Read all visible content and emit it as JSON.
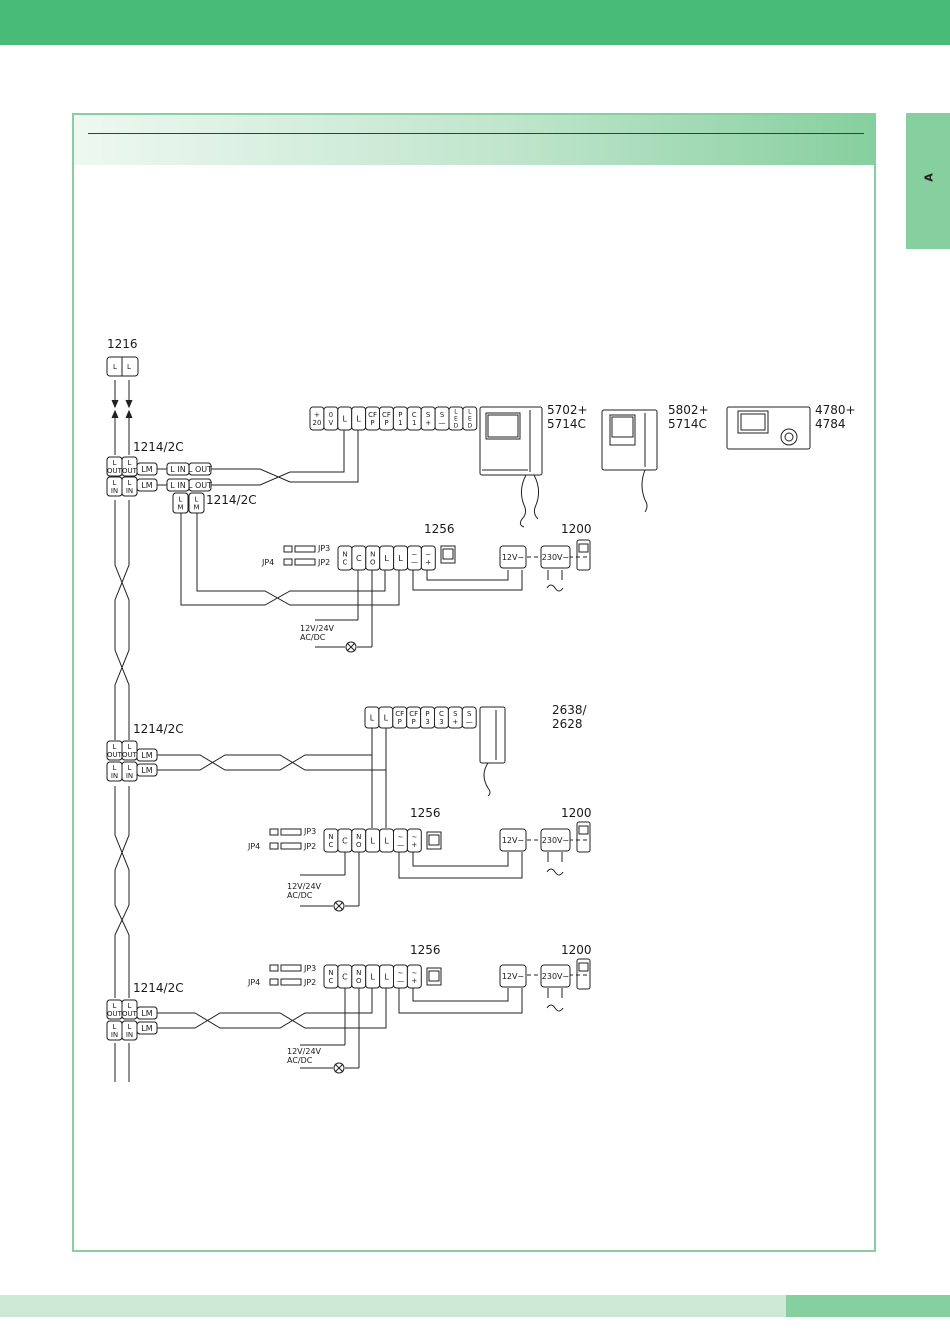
{
  "page": {
    "side_tab_label": "A",
    "colors": {
      "top_bar": "#48bb78",
      "panel_border": "#86cfa0",
      "side_tab": "#86cf9e",
      "bottom_bar": "#cbe9d5"
    }
  },
  "diagram": {
    "label_1216": "1216",
    "label_1214_a": "1214/2C",
    "label_1214_b": "1214/2C",
    "label_1214_c": "1214/2C",
    "label_1214_d": "1214/2C",
    "label_1256_a": "1256",
    "label_1256_b": "1256",
    "label_1256_c": "1256",
    "label_1200_a": "1200",
    "label_1200_b": "1200",
    "label_1200_c": "1200",
    "monitor1": [
      "5702+",
      "5714C"
    ],
    "monitor2": [
      "5802+",
      "5714C"
    ],
    "monitor3": [
      "4780+",
      "4784"
    ],
    "interphone": [
      "2638/",
      "2628"
    ],
    "supply_label": [
      "12V/24V",
      "AC/DC"
    ],
    "jumpers": [
      "JP3",
      "JP4",
      "JP2"
    ],
    "terminals": {
      "monitor_strip": [
        "+\n20",
        "0\nV",
        "L",
        "L",
        "CF\nP",
        "CF\nP",
        "P\n1",
        "C\n1",
        "S\n+",
        "S\n—",
        "L\nE\nD",
        "L\nE\nD"
      ],
      "interphone_strip": [
        "L",
        "L",
        "CF\nP",
        "CF\nP",
        "P\n3",
        "C\n3",
        "S\n+",
        "S\n—"
      ],
      "relay": [
        "N\nC",
        "C",
        "N\nO",
        "L",
        "L",
        "∼\n—",
        "∼\n+"
      ],
      "power_12": "12V∼",
      "power_230": "230V∼",
      "lout": "L OUT",
      "lin": "L IN",
      "lm": "LM",
      "pin_out": [
        "L",
        "OUT"
      ],
      "pin_in": [
        "L",
        "IN"
      ],
      "pin_m": [
        "L",
        "M"
      ]
    }
  }
}
